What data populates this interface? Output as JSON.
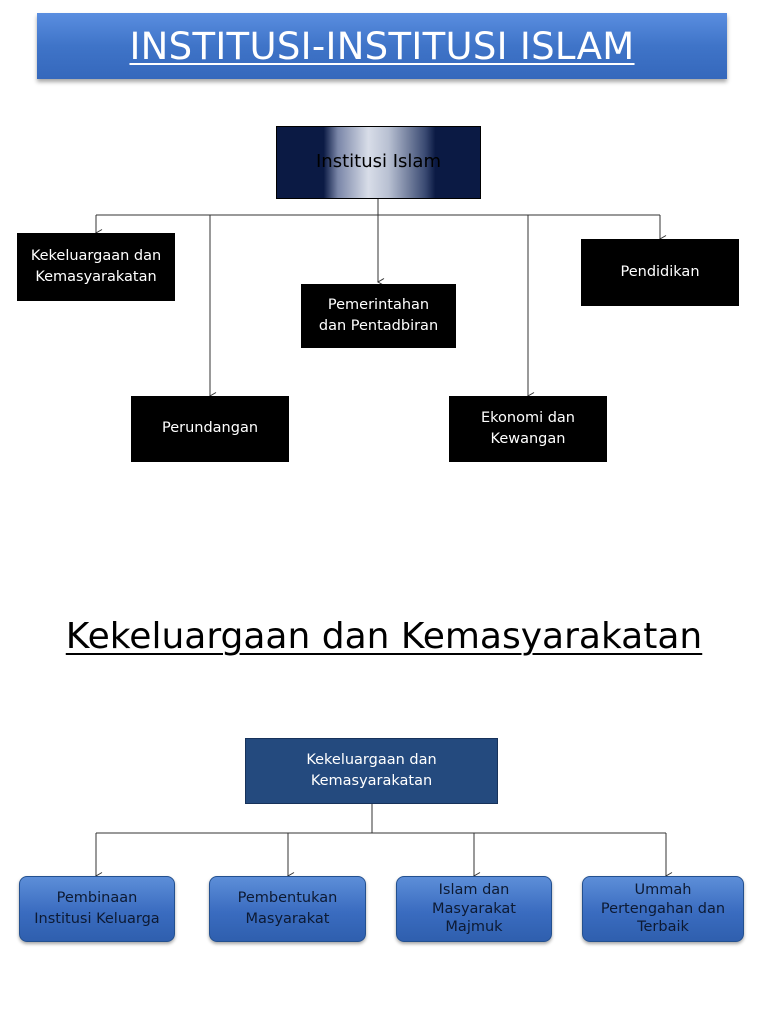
{
  "title": "INSTITUSI-INSTITUSI ISLAM",
  "diagram1": {
    "root": "Institusi Islam",
    "children": [
      {
        "line1": "Kekeluargaan dan",
        "line2": "Kemasyarakatan"
      },
      {
        "line1": "Perundangan",
        "line2": ""
      },
      {
        "line1": "Pemerintahan",
        "line2": "dan Pentadbiran"
      },
      {
        "line1": "Ekonomi dan",
        "line2": "Kewangan"
      },
      {
        "line1": "Pendidikan",
        "line2": ""
      }
    ]
  },
  "heading2": "Kekeluargaan dan Kemasyarakatan",
  "diagram2": {
    "root": {
      "line1": "Kekeluargaan dan",
      "line2": "Kemasyarakatan"
    },
    "children": [
      {
        "line1": "Pembinaan",
        "line2": "Institusi Keluarga",
        "line3": ""
      },
      {
        "line1": "Pembentukan",
        "line2": "Masyarakat",
        "line3": ""
      },
      {
        "line1": "Islam dan",
        "line2": "Masyarakat",
        "line3": "Majmuk"
      },
      {
        "line1": "Ummah",
        "line2": "Pertengahan dan",
        "line3": "Terbaik"
      }
    ]
  },
  "colors": {
    "banner": "#3f74c8",
    "black_box": "#000000",
    "navy_box": "#244a7e",
    "blue_box": "#3a6cc0"
  }
}
